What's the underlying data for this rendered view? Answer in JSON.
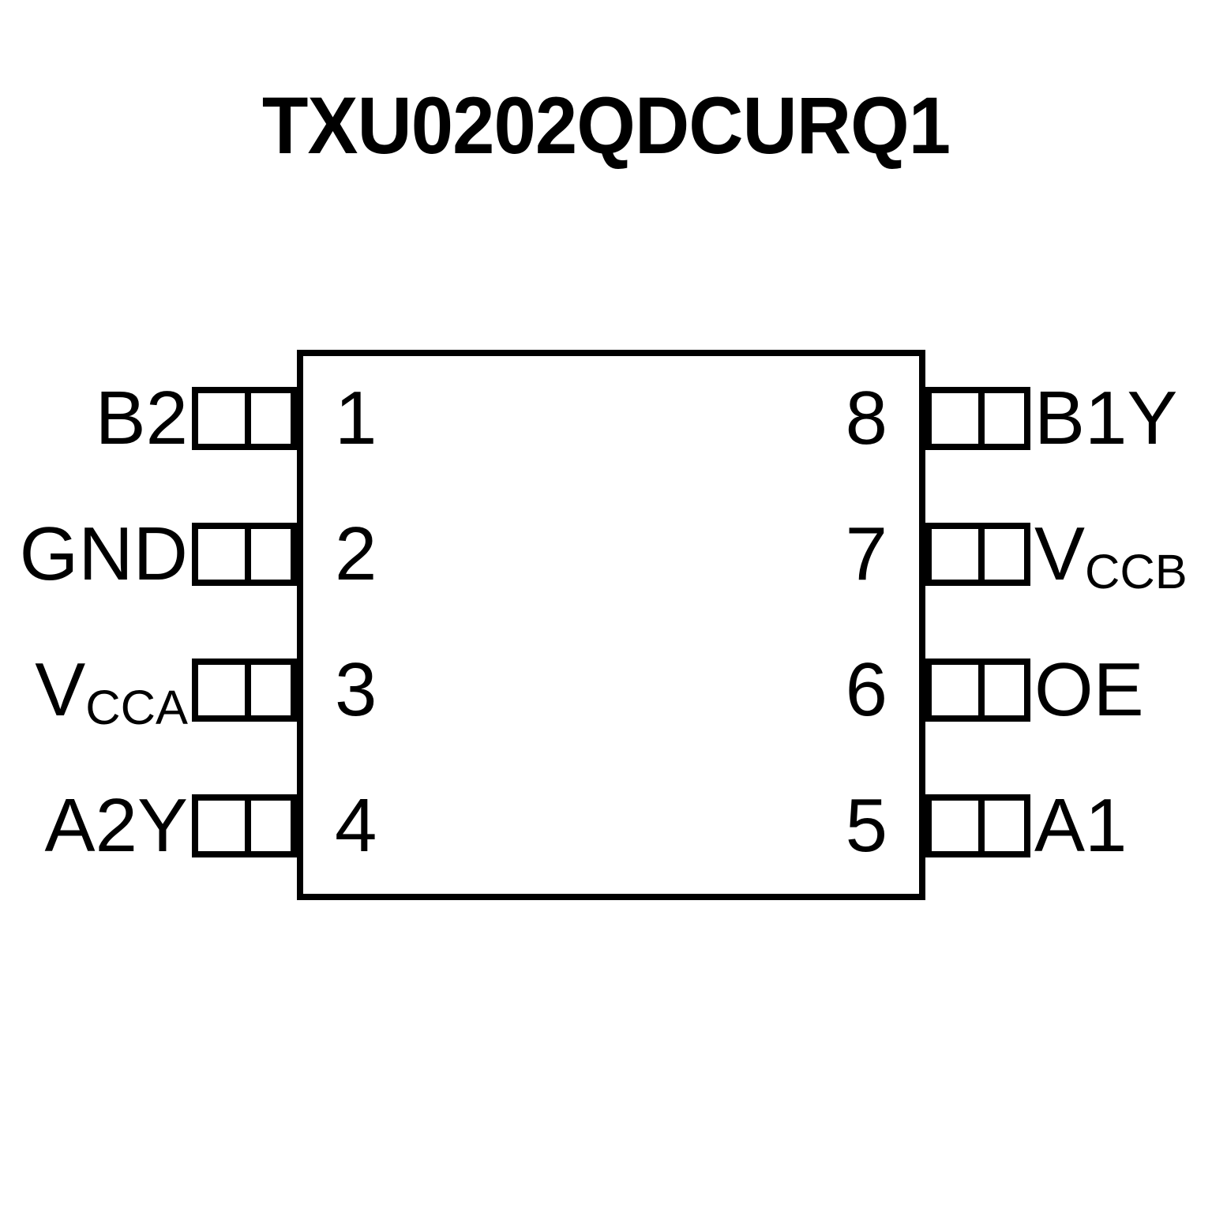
{
  "title": "TXU0202QDCURQ1",
  "package": {
    "type": "pinout-diagram",
    "pin_count": 8,
    "outline_color": "#000000",
    "background_color": "#ffffff"
  },
  "pins": {
    "left": [
      {
        "number": "1",
        "label": "B2",
        "label_base": "B2",
        "label_sub": ""
      },
      {
        "number": "2",
        "label": "GND",
        "label_base": "GND",
        "label_sub": ""
      },
      {
        "number": "3",
        "label": "VCCA",
        "label_base": "V",
        "label_sub": "CCA"
      },
      {
        "number": "4",
        "label": "A2Y",
        "label_base": "A2Y",
        "label_sub": ""
      }
    ],
    "right": [
      {
        "number": "8",
        "label": "B1Y",
        "label_base": "B1Y",
        "label_sub": ""
      },
      {
        "number": "7",
        "label": "VCCB",
        "label_base": "V",
        "label_sub": "CCB"
      },
      {
        "number": "6",
        "label": "OE",
        "label_base": "OE",
        "label_sub": ""
      },
      {
        "number": "5",
        "label": "A1",
        "label_base": "A1",
        "label_sub": ""
      }
    ]
  }
}
